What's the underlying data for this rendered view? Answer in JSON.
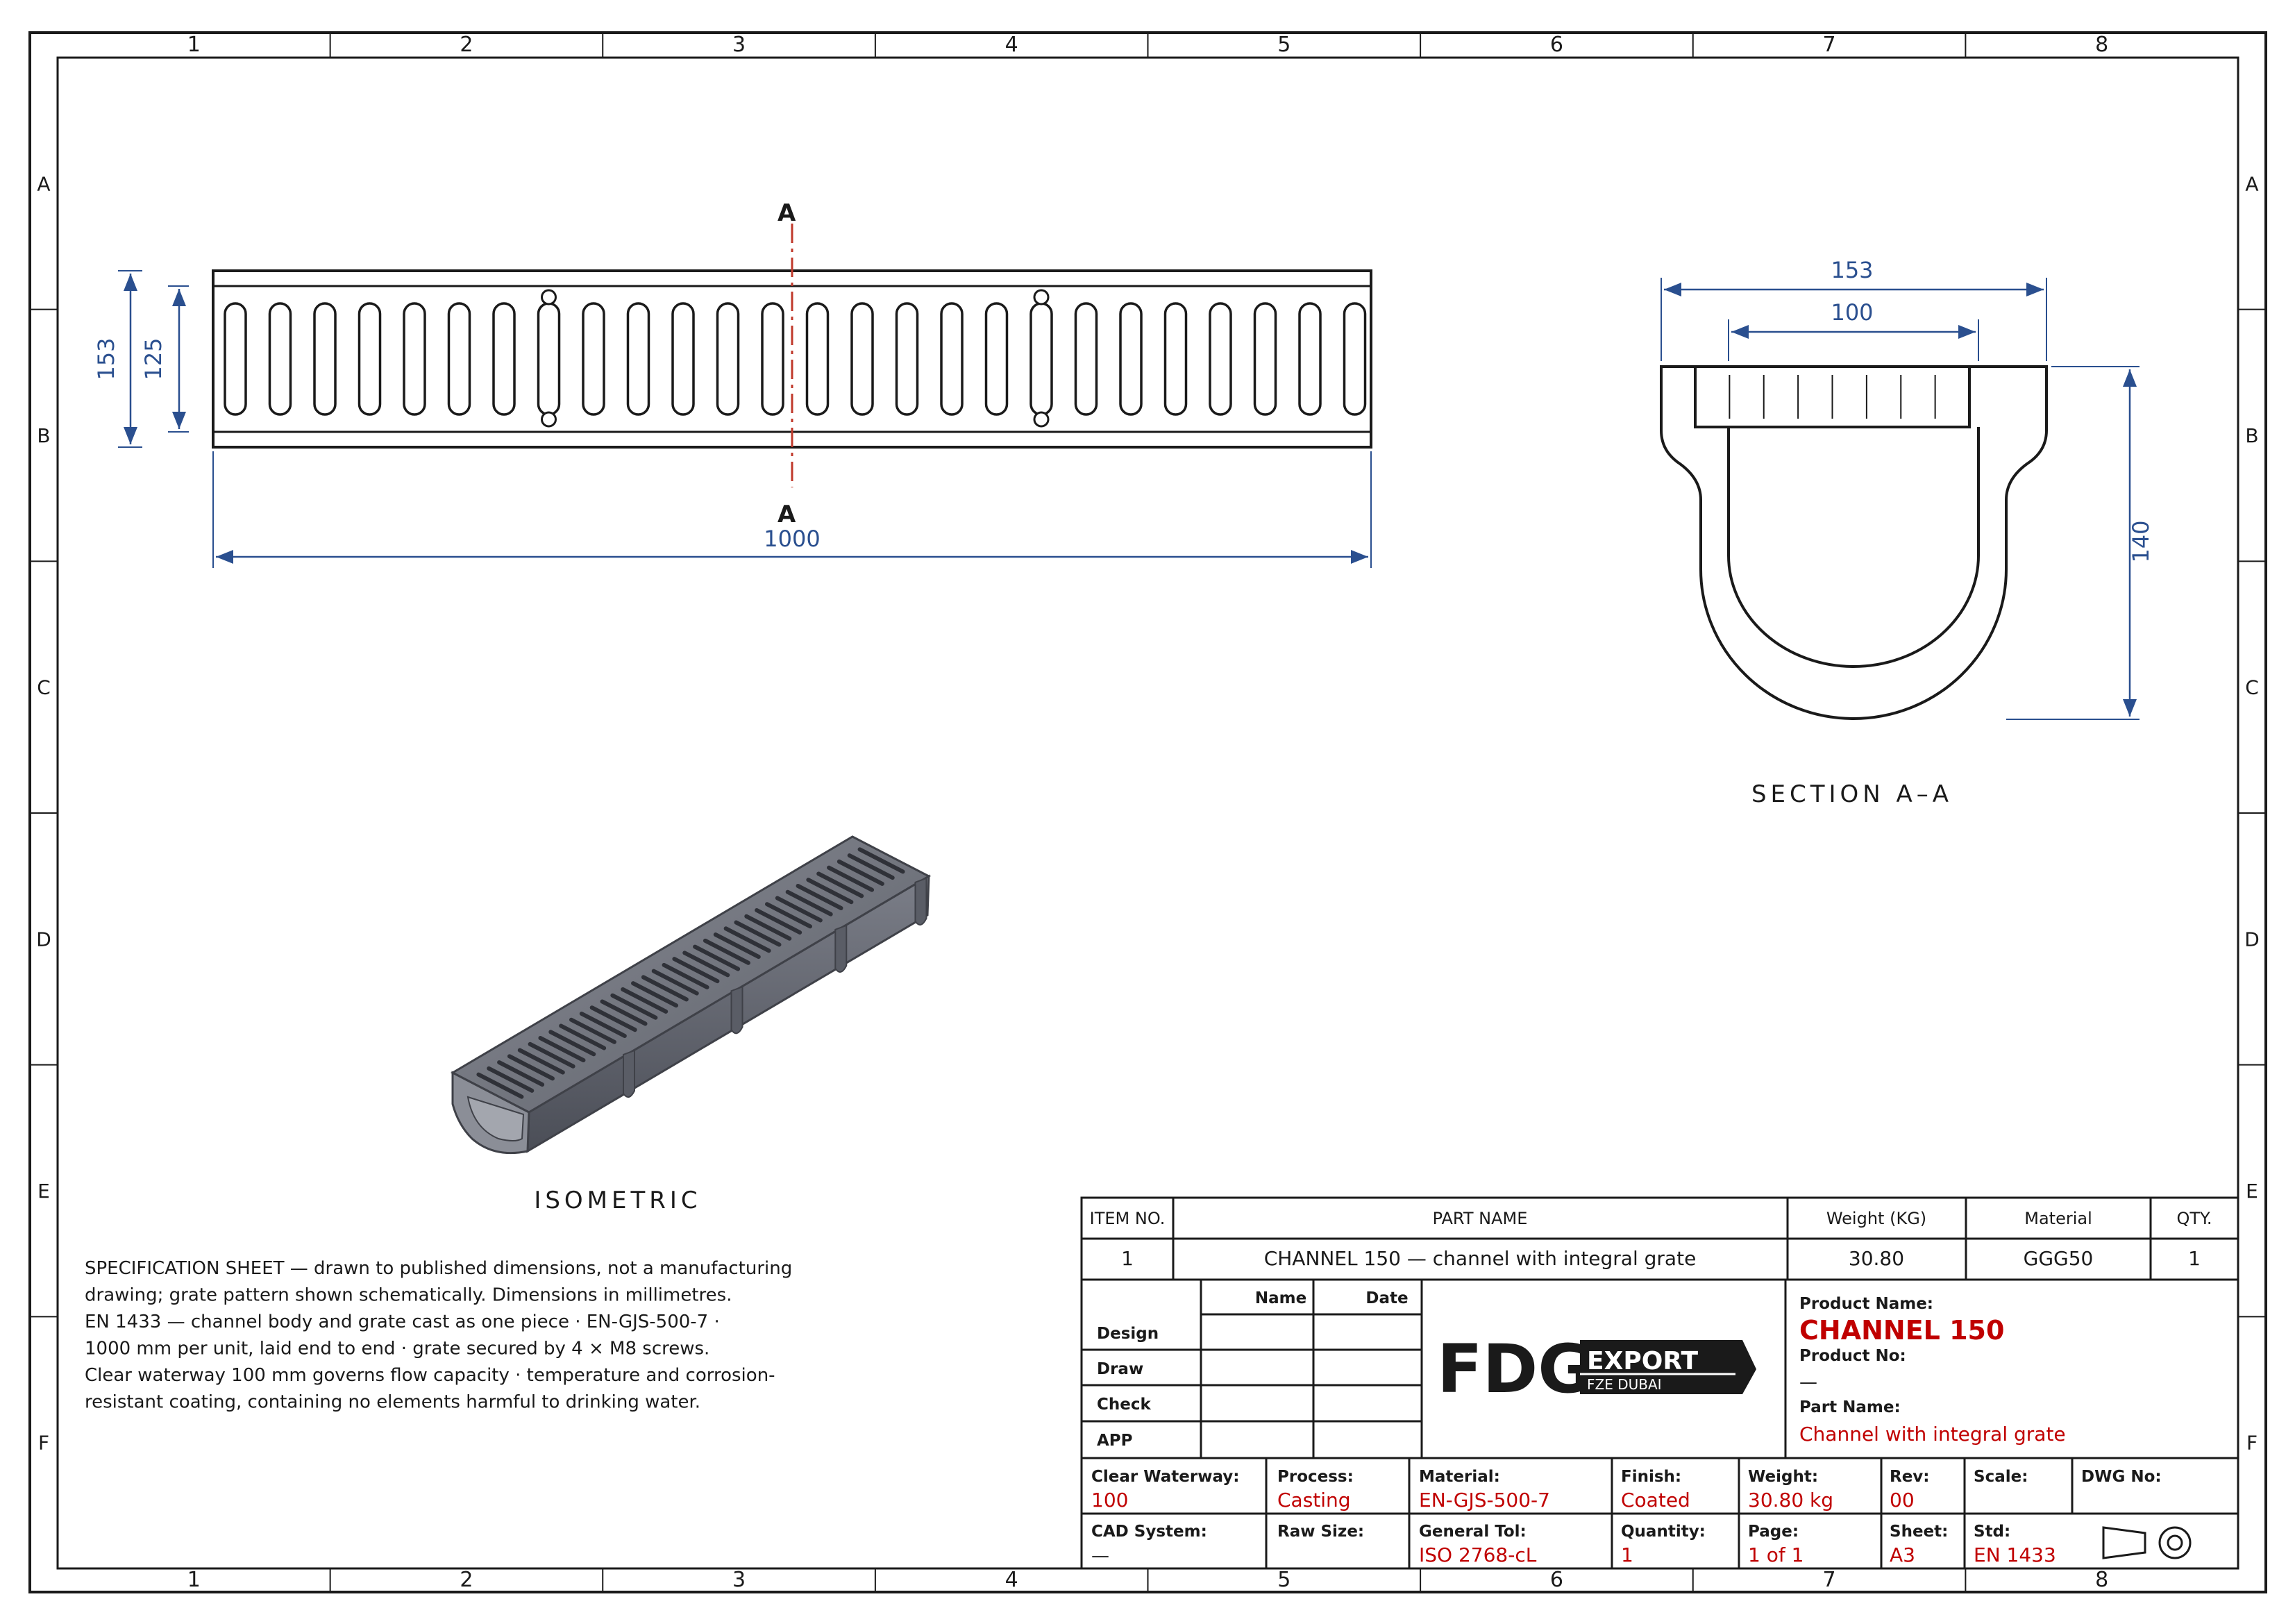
{
  "zones": {
    "columns": [
      "1",
      "2",
      "3",
      "4",
      "5",
      "6",
      "7",
      "8"
    ],
    "rows": [
      "A",
      "B",
      "C",
      "D",
      "E",
      "F"
    ]
  },
  "plan_view": {
    "section_mark_top": "A",
    "section_mark_bottom": "A",
    "dim_overall_width": "153",
    "dim_inner_width": "125",
    "dim_length": "1000"
  },
  "section_view": {
    "dim_overall_width": "153",
    "dim_waterway": "100",
    "dim_height": "140",
    "title": "SECTION A–A"
  },
  "isometric": {
    "title": "ISOMETRIC"
  },
  "notes": [
    "SPECIFICATION SHEET — drawn to published dimensions, not a manufacturing",
    "drawing; grate pattern shown schematically. Dimensions in millimetres.",
    "EN 1433 — channel body and grate cast as one piece · EN-GJS-500-7 ·",
    "1000 mm per unit, laid end to end · grate secured by 4 × M8 screws.",
    "Clear waterway 100 mm governs flow capacity · temperature and corrosion-",
    "resistant coating, containing no elements harmful to drinking water."
  ],
  "bom": {
    "headers": {
      "item_no": "ITEM NO.",
      "part_name": "PART NAME",
      "weight": "Weight (KG)",
      "material": "Material",
      "qty": "QTY."
    },
    "row": {
      "item_no": "1",
      "part_name": "CHANNEL 150 — channel with integral grate",
      "weight": "30.80",
      "material": "GGG50",
      "qty": "1"
    }
  },
  "approval": {
    "col_name": "Name",
    "col_date": "Date",
    "rows": [
      "Design",
      "Draw",
      "Check",
      "APP"
    ]
  },
  "logo": {
    "mark": "FDG",
    "word": "EXPORT",
    "sub": "FZE DUBAI"
  },
  "product": {
    "product_name_label": "Product Name:",
    "product_name": "CHANNEL 150",
    "product_no_label": "Product No:",
    "product_no": "—",
    "part_name_label": "Part Name:",
    "part_name": "Channel with integral grate"
  },
  "title_fields": {
    "clear_waterway": {
      "label": "Clear Waterway:",
      "value": "100"
    },
    "process": {
      "label": "Process:",
      "value": "Casting"
    },
    "material": {
      "label": "Material:",
      "value": "EN-GJS-500-7"
    },
    "finish": {
      "label": "Finish:",
      "value": "Coated"
    },
    "weight": {
      "label": "Weight:",
      "value": "30.80 kg"
    },
    "rev": {
      "label": "Rev:",
      "value": "00"
    },
    "scale": {
      "label": "Scale:",
      "value": ""
    },
    "dwg_no": {
      "label": "DWG No:",
      "value": ""
    },
    "cad_system": {
      "label": "CAD System:",
      "value": "—"
    },
    "raw_size": {
      "label": "Raw Size:",
      "value": ""
    },
    "general_tol": {
      "label": "General Tol:",
      "value": "ISO 2768-cL"
    },
    "quantity": {
      "label": "Quantity:",
      "value": "1"
    },
    "page": {
      "label": "Page:",
      "value": "1 of 1"
    },
    "sheet": {
      "label": "Sheet:",
      "value": "A3"
    },
    "std": {
      "label": "Std:",
      "value": "EN 1433"
    }
  },
  "colors": {
    "dimension": "#2a4f8f",
    "section_line": "#c0392b",
    "title_values": "#c00000",
    "logo_dark": "#1a1a1a"
  }
}
